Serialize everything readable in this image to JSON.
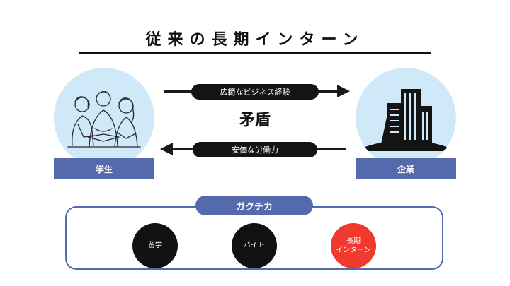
{
  "title": "従来の長期インターン",
  "student": {
    "label": "学生",
    "illustration_icon": "students-studying-illustration"
  },
  "company": {
    "label": "企業",
    "illustration_icon": "office-building-illustration"
  },
  "arrows": {
    "to_company_label": "広範なビジネス経験",
    "to_student_label": "安価な労働力"
  },
  "center_word": "矛盾",
  "gakuchika": {
    "header": "ガクチカ",
    "items": [
      {
        "line1": "留学",
        "line2": ""
      },
      {
        "line1": "バイト",
        "line2": ""
      },
      {
        "line1": "長期",
        "line2": "インターン"
      }
    ]
  },
  "colors": {
    "accent": "#5569ad",
    "circle_bg": "#cfe9f8",
    "highlight": "#f03a2e",
    "dark": "#111111"
  }
}
